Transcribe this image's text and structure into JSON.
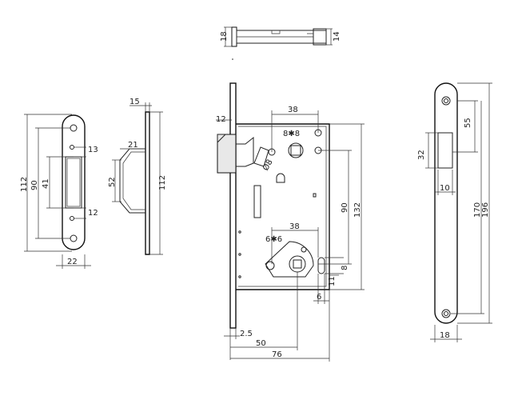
{
  "top_view": {
    "dim_height": "18",
    "dim_width": "14"
  },
  "front_strike": {
    "dim_22": "22",
    "dim_112": "112",
    "dim_90": "90",
    "dim_41": "41",
    "dim_13": "13",
    "dim_12": "12"
  },
  "side_strike": {
    "dim_15": "15",
    "dim_21": "21",
    "dim_52": "52",
    "dim_112": "112"
  },
  "lock_body": {
    "dim_12": "12",
    "dim_38_top": "38",
    "square_top": "8✱8",
    "dia_8": "Ø8",
    "dim_38_mid": "38",
    "square_mid": "6✱6",
    "dim_90": "90",
    "dim_132": "132",
    "dim_8": "8",
    "dim_11": "11",
    "dim_6": "6",
    "dim_2_5": "2.5",
    "dim_50": "50",
    "dim_76": "76"
  },
  "faceplate": {
    "dim_55": "55",
    "dim_32": "32",
    "dim_10": "10",
    "dim_170": "170",
    "dim_196": "196",
    "dim_18": "18"
  }
}
